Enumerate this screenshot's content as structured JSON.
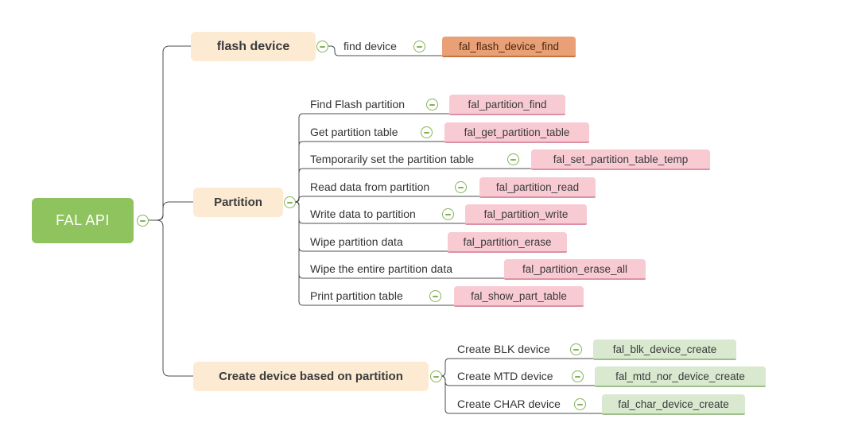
{
  "root": {
    "label": "FAL API"
  },
  "flash_device": {
    "label": "flash device",
    "child_label": "find device",
    "child_api": "fal_flash_device_find"
  },
  "partition": {
    "label": "Partition",
    "items": [
      {
        "label": "Find Flash partition",
        "api": "fal_partition_find"
      },
      {
        "label": "Get partition table",
        "api": "fal_get_partition_table"
      },
      {
        "label": "Temporarily set the partition table",
        "api": "fal_set_partition_table_temp"
      },
      {
        "label": "Read data from partition",
        "api": "fal_partition_read"
      },
      {
        "label": "Write data to partition",
        "api": "fal_partition_write"
      },
      {
        "label": "Wipe partition data",
        "api": "fal_partition_erase"
      },
      {
        "label": "Wipe the entire partition data",
        "api": "fal_partition_erase_all"
      },
      {
        "label": "Print partition table",
        "api": "fal_show_part_table"
      }
    ]
  },
  "create_device": {
    "label": "Create device based on partition",
    "items": [
      {
        "label": "Create BLK device",
        "api": "fal_blk_device_create"
      },
      {
        "label": "Create MTD device",
        "api": "fal_mtd_nor_device_create"
      },
      {
        "label": "Create CHAR device",
        "api": "fal_char_device_create"
      }
    ]
  },
  "icons": {
    "collapse": "minus-circle"
  },
  "colors": {
    "root_bg": "#8fc35e",
    "main_topic_bg": "#fcead3",
    "flash_api_bg": "#e9a077",
    "partition_api_bg": "#f8cbd3",
    "create_api_bg": "#d9e9cf",
    "connector_line": "#4d4d4d",
    "collapse_icon": "#84b356"
  }
}
